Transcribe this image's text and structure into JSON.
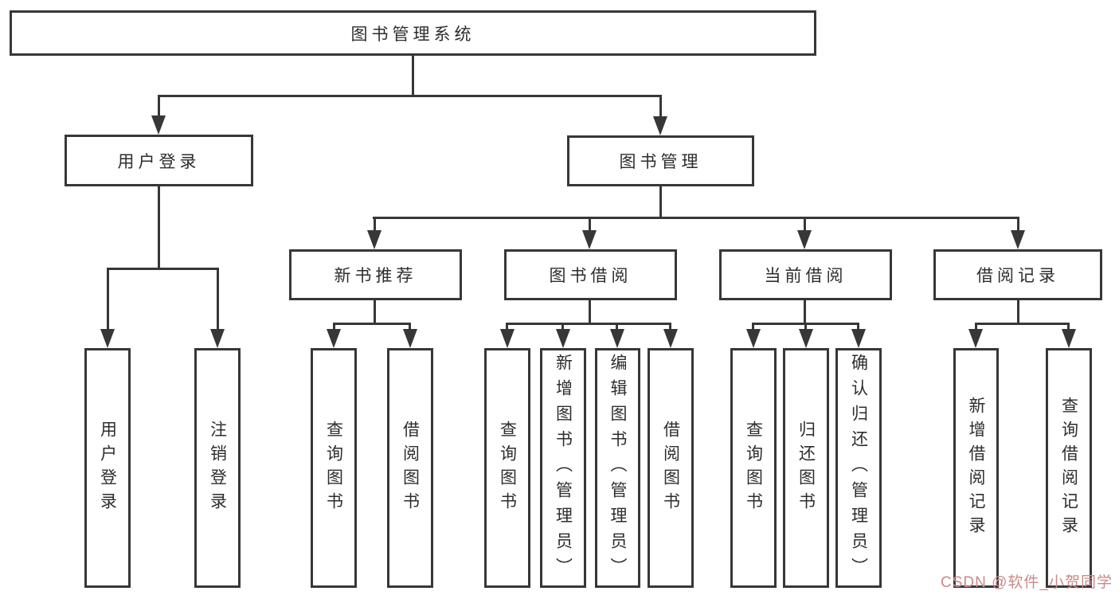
{
  "diagram": {
    "root": "图书管理系统",
    "level2": {
      "user_login": "用户登录",
      "book_mgmt": "图书管理"
    },
    "level3": {
      "new_book_rec": "新书推荐",
      "book_borrow": "图书借阅",
      "current_borrow": "当前借阅",
      "borrow_records": "借阅记录"
    },
    "leaves": {
      "ul_user_login": "用户登录",
      "ul_logout": "注销登录",
      "nb_query_book": "查询图书",
      "nb_borrow_book": "借阅图书",
      "bb_query_book": "查询图书",
      "bb_add_book": "新增图书（管理员）",
      "bb_edit_book": "编辑图书（管理员）",
      "bb_borrow_book": "借阅图书",
      "cb_query_book": "查询图书",
      "cb_return_book": "归还图书",
      "cb_confirm_return": "确认归还（管理员）",
      "br_add_record": "新增借阅记录",
      "br_query_record": "查询借阅记录"
    },
    "watermark": "CSDN @软件_小贺同学"
  },
  "colors": {
    "line": "#373737",
    "text": "#2d2d2d",
    "background": "#ffffff",
    "watermark": "#cc8888"
  }
}
